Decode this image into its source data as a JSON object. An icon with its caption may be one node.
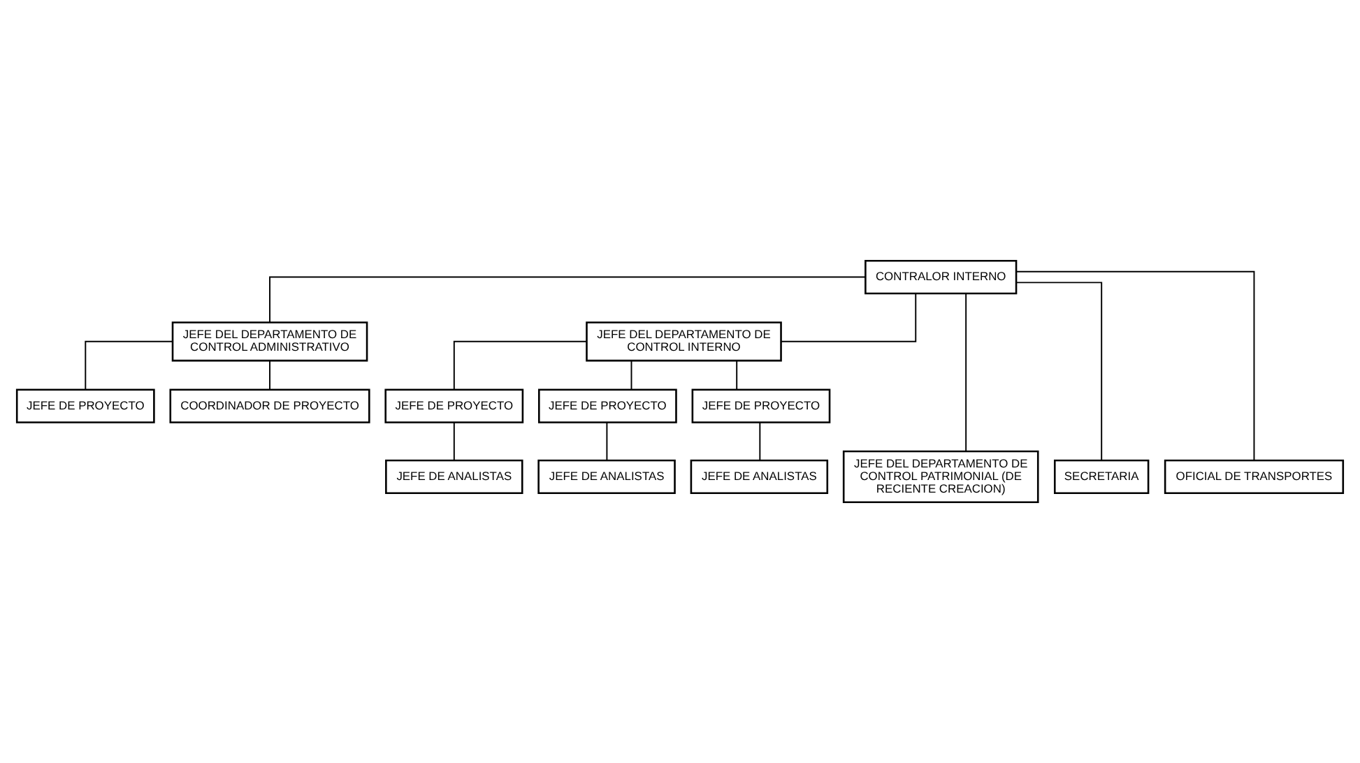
{
  "diagram": {
    "nodes": [
      {
        "text": [
          "CONTRALOR INTERNO"
        ]
      },
      {
        "text": [
          "JEFE DEL DEPARTAMENTO DE CONTROL ADMINISTRATIVO"
        ]
      },
      {
        "text": [
          "JEFE DEL DEPARTAMENTO DE CONTROL INTERNO"
        ]
      },
      {
        "text": [
          "JEFE DEL DEPARTAMENTO DE CONTROL PATRIMONIAL (DE RECIENTE CREACION)"
        ]
      },
      {
        "text": [
          "JEFE DE PROYECTO"
        ]
      },
      {
        "text": [
          "COORDINADOR DE PROYECTO"
        ]
      },
      {
        "text": [
          "JEFE DE PROYECTO"
        ]
      },
      {
        "text": [
          "JEFE DE PROYECTO"
        ]
      },
      {
        "text": [
          "JEFE DE PROYECTO"
        ]
      },
      {
        "text": [
          "JEFE DE ANALISTAS"
        ]
      },
      {
        "text": [
          "JEFE DE ANALISTAS"
        ]
      },
      {
        "text": [
          "JEFE DE ANALISTAS"
        ]
      },
      {
        "text": [
          "SECRETARIA"
        ]
      },
      {
        "text": [
          "OFICIAL DE TRANSPORTES"
        ]
      }
    ],
    "edges": [
      {
        "from": 0,
        "to": 1,
        "arrow": "none"
      },
      {
        "from": 0,
        "to": 2,
        "arrow": "none"
      },
      {
        "from": 0,
        "to": 3,
        "arrow": "none"
      },
      {
        "from": 0,
        "to": 12,
        "arrow": "none"
      },
      {
        "from": 0,
        "to": 13,
        "arrow": "none"
      },
      {
        "from": 1,
        "to": 4,
        "arrow": "none"
      },
      {
        "from": 1,
        "to": 5,
        "arrow": "none"
      },
      {
        "from": 2,
        "to": 6,
        "arrow": "none"
      },
      {
        "from": 2,
        "to": 7,
        "arrow": "none"
      },
      {
        "from": 2,
        "to": 8,
        "arrow": "none"
      },
      {
        "from": 6,
        "to": 9,
        "arrow": "none"
      },
      {
        "from": 7,
        "to": 10,
        "arrow": "none"
      },
      {
        "from": 8,
        "to": 11,
        "arrow": "none"
      }
    ]
  }
}
